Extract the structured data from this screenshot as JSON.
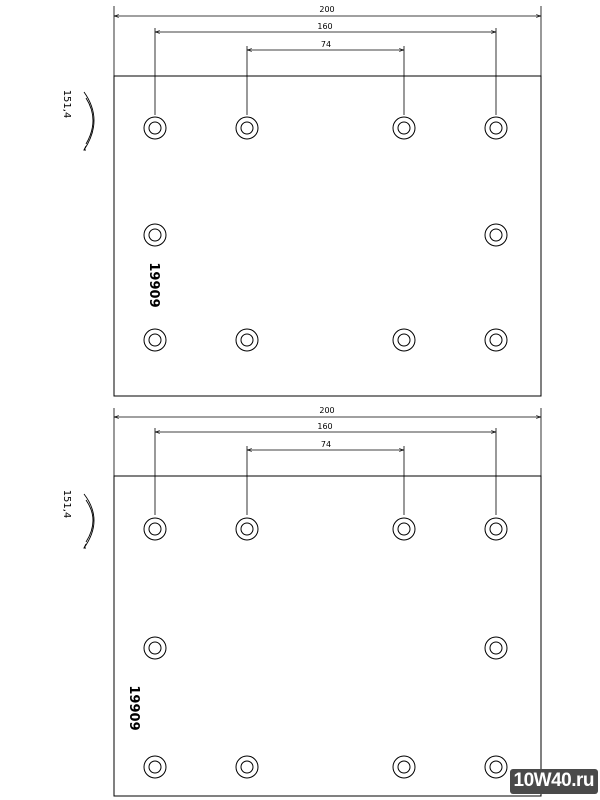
{
  "colors": {
    "line": "#000000",
    "background": "#ffffff",
    "watermark_bg": "#4a4a4a",
    "watermark_text": "#ffffff"
  },
  "watermark": {
    "text": "10W40.ru"
  },
  "pads": [
    {
      "part_number": "19909",
      "radius_label": "151,4",
      "dims": {
        "overall_width": "200",
        "outer_holes": "160",
        "inner_holes": "74"
      },
      "hole_rows": [
        4,
        2,
        4
      ]
    },
    {
      "part_number": "19909",
      "radius_label": "151,4",
      "dims": {
        "overall_width": "200",
        "outer_holes": "160",
        "inner_holes": "74"
      },
      "hole_rows": [
        4,
        2,
        4
      ]
    }
  ]
}
